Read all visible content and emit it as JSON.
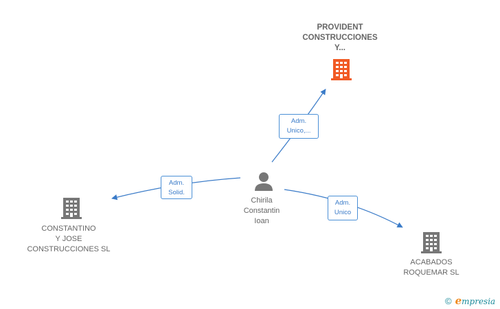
{
  "nodes": {
    "center_person": {
      "lines": [
        "Chirila",
        "Constantin",
        "Ioan"
      ],
      "icon": "person-icon",
      "color": "#666666"
    },
    "company_provident": {
      "lines": [
        "PROVIDENT",
        "CONSTRUCCIONES",
        "Y..."
      ],
      "icon": "building-icon",
      "color": "#f15a24"
    },
    "company_constantino": {
      "lines": [
        "CONSTANTINO",
        "Y JOSE",
        "CONSTRUCCIONES SL"
      ],
      "icon": "building-icon",
      "color": "#777777"
    },
    "company_acabados": {
      "lines": [
        "ACABADOS",
        "ROQUEMAR SL"
      ],
      "icon": "building-icon",
      "color": "#777777"
    }
  },
  "edges": [
    {
      "lines": [
        "Adm.",
        "Unico,..."
      ],
      "from": "center_person",
      "to": "company_provident"
    },
    {
      "lines": [
        "Adm.",
        "Solid."
      ],
      "from": "center_person",
      "to": "company_constantino"
    },
    {
      "lines": [
        "Adm.",
        "Unico"
      ],
      "from": "center_person",
      "to": "company_acabados"
    }
  ],
  "footer": {
    "copyright_symbol": "©",
    "brand_initial": "e",
    "brand_rest": "mpresia"
  },
  "colors": {
    "edge": "#3a7bc8",
    "accent_company": "#f15a24",
    "company": "#777777",
    "brand": "#1a8a9a"
  }
}
